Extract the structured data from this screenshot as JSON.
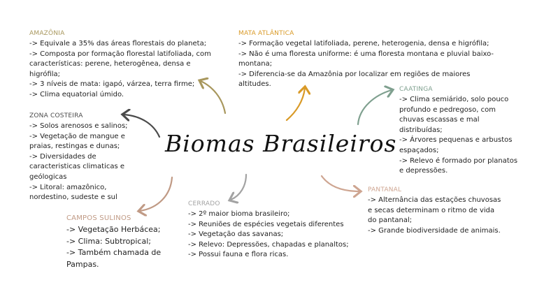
{
  "title": "Biomas Brasileiros",
  "colors": {
    "amazonia": "#a8975d",
    "mata_atlantica": "#d99a27",
    "caatinga": "#7fa08f",
    "zona_costeira": "#4a4a4a",
    "campos_sulinos": "#c09a85",
    "cerrado": "#a3a3a3",
    "pantanal": "#cea591"
  },
  "sections": {
    "amazonia": {
      "heading": "AMAZÔNIA",
      "lines": [
        "-> Equivale a 35% das áreas florestais do planeta;",
        "-> Composta por formação florestal latifoliada, com",
        "características: perene, heterogênea, densa e",
        "higrófila;",
        "-> 3 níveis de mata: igapó, várzea, terra firme;",
        "-> Clima equatorial úmido."
      ]
    },
    "mata_atlantica": {
      "heading": "MATA ATLÂNTICA",
      "lines": [
        "-> Formação vegetal latifoliada, perene, heterogenia, densa e higrófila;",
        "-> Não é uma floresta uniforme: é uma floresta montana e pluvial baixo-",
        "montana;",
        "-> Diferencia-se da Amazônia por localizar em regiões de maiores",
        "altitudes."
      ]
    },
    "caatinga": {
      "heading": "CAATINGA",
      "lines": [
        "-> Clima semiárido, solo pouco",
        "profundo e pedregoso, com",
        "chuvas escassas e mal",
        "distribuídas;",
        "-> Árvores pequenas e arbustos",
        "espaçados;",
        "-> Relevo é formado por planatos",
        "e depressões."
      ]
    },
    "zona_costeira": {
      "heading": "ZONA COSTEIRA",
      "lines": [
        "-> Solos arenosos e salinos;",
        "-> Vegetação de mangue e",
        "praias, restingas e dunas;",
        "-> Diversidades de",
        "caracteristicas climaticas e",
        "geólogicas",
        "-> Litoral: amazônico,",
        "nordestino, sudeste e sul"
      ]
    },
    "pantanal": {
      "heading": "PANTANAL",
      "lines": [
        "-> Alternância das estações chuvosas",
        "e secas determinam o ritmo de vida",
        "do pantanal;",
        "-> Grande biodiversidade de animais."
      ]
    },
    "cerrado": {
      "heading": "CERRADO",
      "lines": [
        "-> 2º maior bioma brasileiro;",
        "-> Reuniões de espécies vegetais diferentes",
        "-> Vegetação das savanas;",
        "-> Relevo: Depressões, chapadas e planaltos;",
        "-> Possui fauna e flora ricas."
      ]
    },
    "campos_sulinos": {
      "heading": "CAMPOS SULINOS",
      "lines": [
        "-> Vegetação Herbácea;",
        "-> Clima: Subtropical;",
        "-> Também chamada de",
        "Pampas."
      ]
    }
  }
}
